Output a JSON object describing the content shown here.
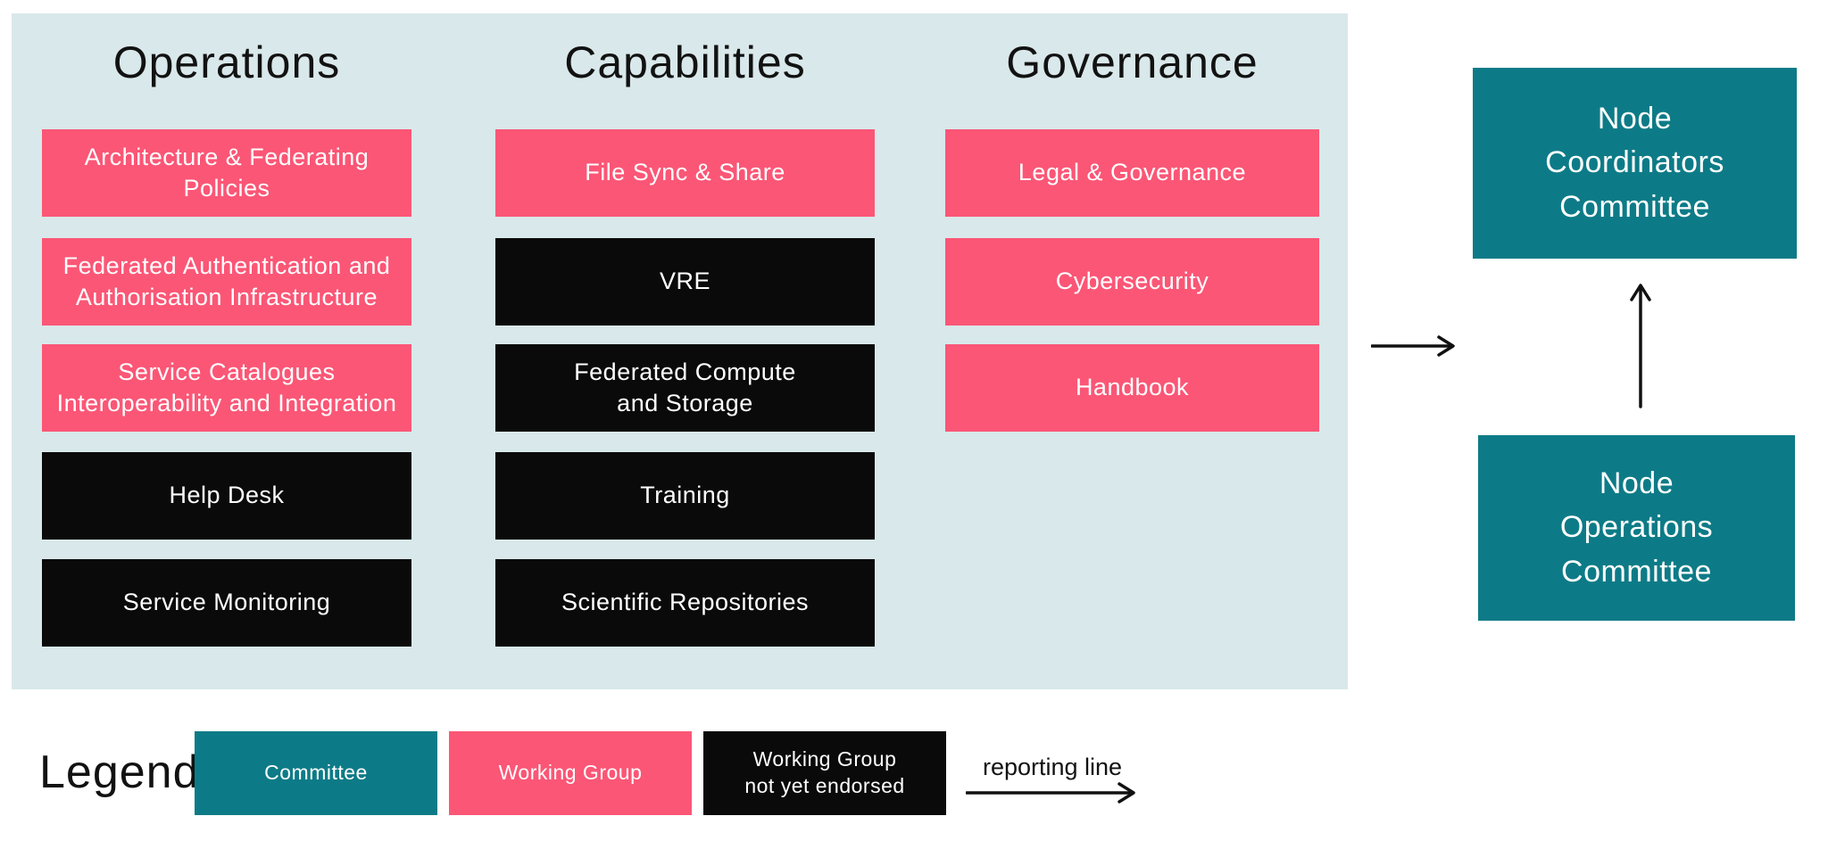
{
  "colors": {
    "panel_background": "#d9e8ea",
    "working_group": "#fb5676",
    "working_group_not_yet_endorsed": "#0a0a0a",
    "committee": "#0d7b87",
    "box_text": "#ffffff",
    "heading_text": "#121212"
  },
  "panel": {
    "columns": [
      {
        "title": "Operations",
        "boxes": [
          {
            "label": "Architecture & Federating\nPolicies",
            "type": "working-group"
          },
          {
            "label": "Federated Authentication and\nAuthorisation Infrastructure",
            "type": "working-group"
          },
          {
            "label": "Service Catalogues\nInteroperability and Integration",
            "type": "working-group"
          },
          {
            "label": "Help Desk",
            "type": "working-group-not-yet-endorsed"
          },
          {
            "label": "Service Monitoring",
            "type": "working-group-not-yet-endorsed"
          }
        ]
      },
      {
        "title": "Capabilities",
        "boxes": [
          {
            "label": "File Sync & Share",
            "type": "working-group"
          },
          {
            "label": "VRE",
            "type": "working-group-not-yet-endorsed"
          },
          {
            "label": "Federated Compute\nand Storage",
            "type": "working-group-not-yet-endorsed"
          },
          {
            "label": "Training",
            "type": "working-group-not-yet-endorsed"
          },
          {
            "label": "Scientific Repositories",
            "type": "working-group-not-yet-endorsed"
          }
        ]
      },
      {
        "title": "Governance",
        "boxes": [
          {
            "label": "Legal & Governance",
            "type": "working-group"
          },
          {
            "label": "Cybersecurity",
            "type": "working-group"
          },
          {
            "label": "Handbook",
            "type": "working-group"
          }
        ]
      }
    ]
  },
  "committees": [
    {
      "label": "Node\nCoordinators\nCommittee"
    },
    {
      "label": "Node\nOperations\nCommittee"
    }
  ],
  "legend": {
    "title": "Legend",
    "items": [
      {
        "label": "Committee",
        "type": "committee"
      },
      {
        "label": "Working Group",
        "type": "working-group"
      },
      {
        "label": "Working Group\nnot yet endorsed",
        "type": "working-group-not-yet-endorsed"
      }
    ],
    "reporting_line_label": "reporting line"
  }
}
